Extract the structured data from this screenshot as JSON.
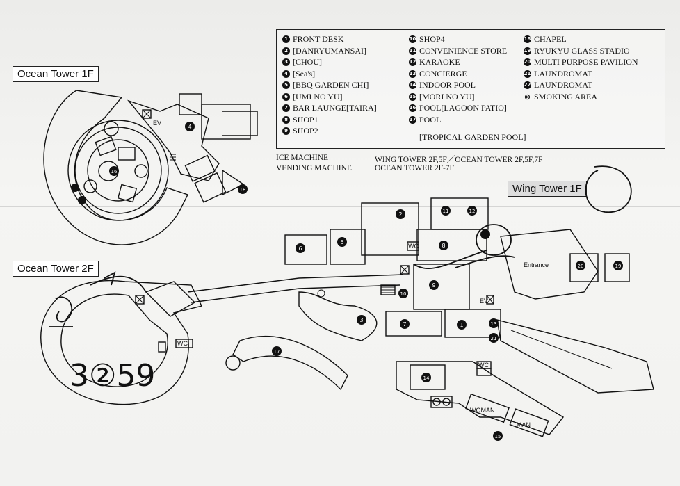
{
  "floor_labels": {
    "ocean_1f": "Ocean Tower 1F",
    "ocean_2f": "Ocean Tower 2F",
    "wing_1f": "Wing Tower 1F"
  },
  "legend": {
    "col1": [
      {
        "n": "1",
        "label": "FRONT DESK"
      },
      {
        "n": "2",
        "label": "[DANRYUMANSAI]"
      },
      {
        "n": "3",
        "label": "[CHOU]"
      },
      {
        "n": "4",
        "label": "[Sea's]"
      },
      {
        "n": "5",
        "label": "[BBQ GARDEN CHI]"
      },
      {
        "n": "6",
        "label": "[UMI NO YU]"
      },
      {
        "n": "7",
        "label": "BAR LAUNGE[TAIRA]"
      },
      {
        "n": "8",
        "label": "SHOP1"
      },
      {
        "n": "9",
        "label": "SHOP2"
      }
    ],
    "col2": [
      {
        "n": "10",
        "label": "SHOP4"
      },
      {
        "n": "11",
        "label": "CONVENIENCE STORE"
      },
      {
        "n": "12",
        "label": "KARAOKE"
      },
      {
        "n": "13",
        "label": "CONCIERGE"
      },
      {
        "n": "14",
        "label": "INDOOR POOL"
      },
      {
        "n": "15",
        "label": "[MORI NO YU]"
      },
      {
        "n": "16",
        "label": "POOL[LAGOON PATIO]"
      },
      {
        "n": "17",
        "label": "POOL"
      }
    ],
    "col2_extra": "[TROPICAL GARDEN POOL]",
    "col3": [
      {
        "n": "18",
        "label": "CHAPEL"
      },
      {
        "n": "19",
        "label": "RYUKYU GLASS STADIO"
      },
      {
        "n": "20",
        "label": "MULTI PURPOSE PAVILION"
      },
      {
        "n": "21",
        "label": "LAUNDROMAT"
      },
      {
        "n": "22",
        "label": "LAUNDROMAT"
      },
      {
        "n": "⊗",
        "label": "SMOKING AREA"
      }
    ]
  },
  "notes": {
    "ice_label": "ICE MACHINE",
    "ice_value": "WING TOWER 2F,5F／OCEAN TOWER 2F,5F,7F",
    "vending_label": "VENDING MACHINE",
    "vending_value": "OCEAN TOWER 2F-7F"
  },
  "map_labels": {
    "ev": "EV",
    "wc": "WC",
    "entrance": "Entrance",
    "woman": "WOMAN",
    "man": "MAN"
  },
  "handwriting": "3②59",
  "colors": {
    "ink": "#111111",
    "paper": "#efefed"
  }
}
